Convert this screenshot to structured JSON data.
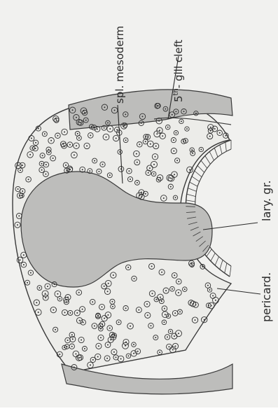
{
  "figure": {
    "background": "#f1f1ef",
    "tissue_color": "#bdbdbb",
    "line_color": "#2a2a2a",
    "labels": {
      "gill_cleft_ordinal": "5",
      "gill_cleft_sup": "th",
      "gill_cleft_rest": "- gill cleft",
      "spl_mesoderm": "spl. mesoderm",
      "lary_gr": "lary. gr.",
      "pericard": "pericard."
    }
  }
}
